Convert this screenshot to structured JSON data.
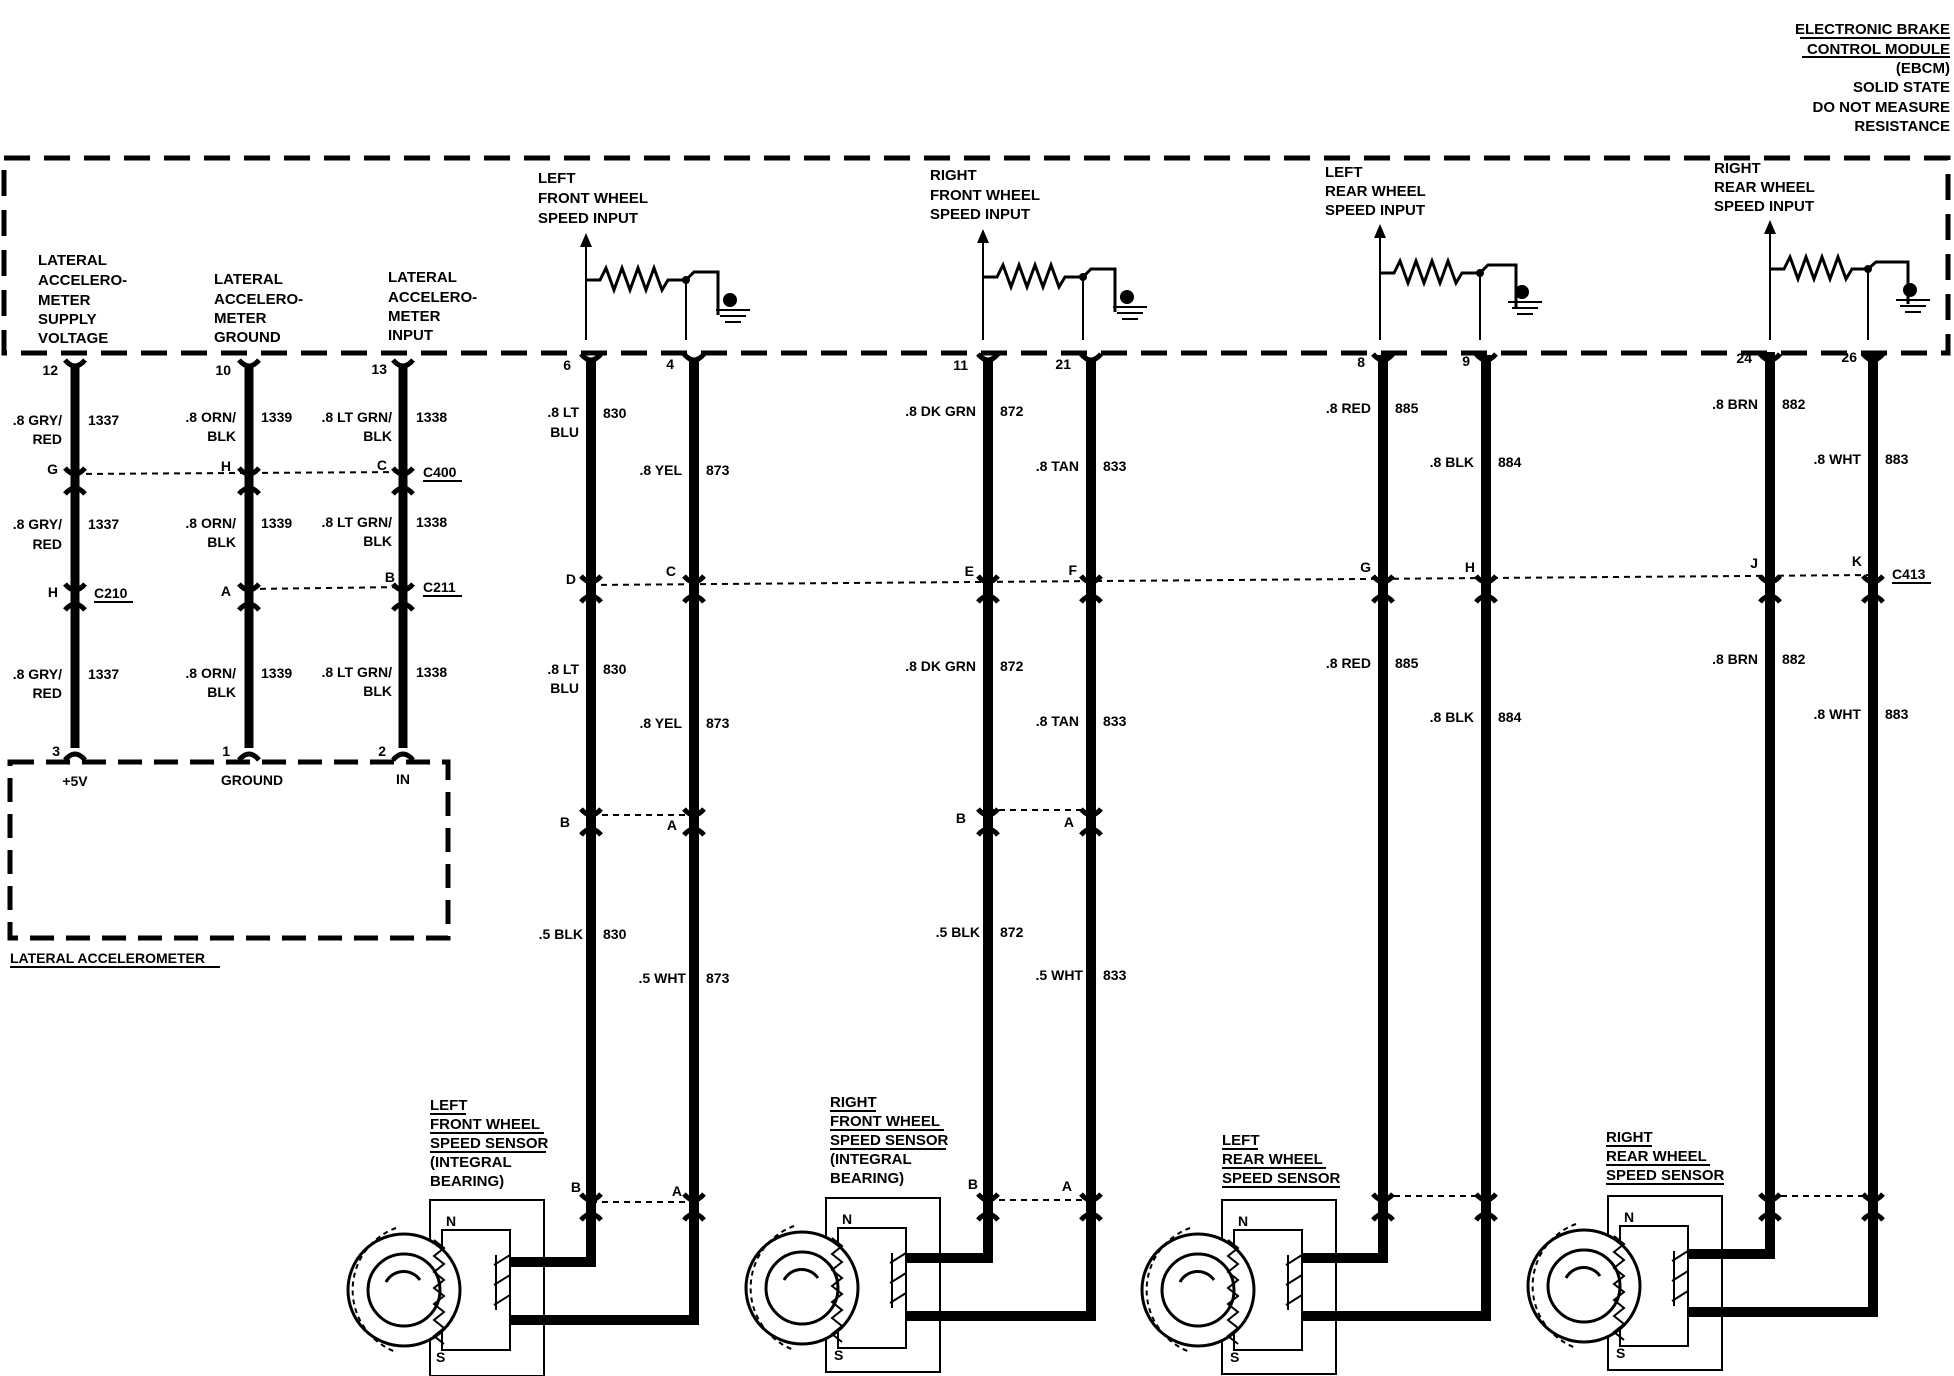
{
  "ebcm": {
    "title_lines": [
      "ELECTRONIC BRAKE",
      "CONTROL MODULE",
      "(EBCM)",
      "SOLID STATE",
      "DO NOT MEASURE",
      "RESISTANCE"
    ]
  },
  "accel": {
    "box_label": "LATERAL ACCELEROMETER",
    "connectors": {
      "top": "C400",
      "bottom": "C210",
      "mid": "C211"
    },
    "circuits": [
      {
        "header": [
          "LATERAL",
          "ACCELERO-",
          "METER",
          "SUPPLY",
          "VOLTAGE"
        ],
        "pin": "12",
        "seg1": {
          "wire": [
            ".8 GRY/",
            "RED"
          ],
          "circuit": "1337"
        },
        "seg2": {
          "wire": [
            ".8 GRY/",
            "RED"
          ],
          "circuit": "1337"
        },
        "seg3": {
          "wire": [
            ".8 GRY/",
            "RED"
          ],
          "circuit": "1337"
        },
        "c1_pin": "G",
        "c2_pin": "H",
        "sensor_pin": "3",
        "terminal": "+5V"
      },
      {
        "header": [
          "LATERAL",
          "ACCELERO-",
          "METER",
          "GROUND"
        ],
        "pin": "10",
        "seg1": {
          "wire": [
            ".8 ORN/",
            "BLK"
          ],
          "circuit": "1339"
        },
        "seg2": {
          "wire": [
            ".8 ORN/",
            "BLK"
          ],
          "circuit": "1339"
        },
        "seg3": {
          "wire": [
            ".8 ORN/",
            "BLK"
          ],
          "circuit": "1339"
        },
        "c1_pin": "H",
        "c2_pin": "A",
        "sensor_pin": "1",
        "terminal": "GROUND"
      },
      {
        "header": [
          "LATERAL",
          "ACCELERO-",
          "METER",
          "INPUT"
        ],
        "pin": "13",
        "seg1": {
          "wire": [
            ".8 LT GRN/",
            "BLK"
          ],
          "circuit": "1338"
        },
        "seg2": {
          "wire": [
            ".8 LT GRN/",
            "BLK"
          ],
          "circuit": "1338"
        },
        "seg3": {
          "wire": [
            ".8 LT GRN/",
            "BLK"
          ],
          "circuit": "1338"
        },
        "c1_pin": "C",
        "c2_pin": "B",
        "sensor_pin": "2",
        "terminal": "IN"
      }
    ]
  },
  "c413": "C413",
  "wheels": [
    {
      "header": [
        "LEFT",
        "FRONT WHEEL",
        "SPEED INPUT"
      ],
      "sensor_label": [
        "LEFT",
        "FRONT WHEEL",
        "SPEED SENSOR",
        "(INTEGRAL",
        "BEARING)"
      ],
      "wires": [
        {
          "pin": "6",
          "wire_upper": [
            ".8 LT",
            "BLU"
          ],
          "circuit": "830",
          "c413_pin": "D",
          "mid_pin": "B",
          "wire_lower": [
            ".5 BLK"
          ],
          "sensor_pin": "B"
        },
        {
          "pin": "4",
          "wire_upper": [
            ".8 YEL"
          ],
          "circuit": "873",
          "c413_pin": "C",
          "mid_pin": "A",
          "wire_lower": [
            ".5 WHT"
          ],
          "sensor_pin": "A"
        }
      ],
      "n": "N",
      "s": "S"
    },
    {
      "header": [
        "RIGHT",
        "FRONT WHEEL",
        "SPEED INPUT"
      ],
      "sensor_label": [
        "RIGHT",
        "FRONT WHEEL",
        "SPEED SENSOR",
        "(INTEGRAL",
        "BEARING)"
      ],
      "wires": [
        {
          "pin": "11",
          "wire_upper": [
            ".8 DK GRN"
          ],
          "circuit": "872",
          "c413_pin": "E",
          "mid_pin": "B",
          "wire_lower": [
            ".5 BLK"
          ],
          "sensor_pin": "B"
        },
        {
          "pin": "21",
          "wire_upper": [
            ".8 TAN"
          ],
          "circuit": "833",
          "c413_pin": "F",
          "mid_pin": "A",
          "wire_lower": [
            ".5 WHT"
          ],
          "sensor_pin": "A"
        }
      ],
      "n": "N",
      "s": "S"
    },
    {
      "header": [
        "LEFT",
        "REAR WHEEL",
        "SPEED INPUT"
      ],
      "sensor_label": [
        "LEFT",
        "REAR WHEEL",
        "SPEED SENSOR"
      ],
      "wires": [
        {
          "pin": "8",
          "wire_upper": [
            ".8 RED"
          ],
          "circuit": "885",
          "c413_pin": "G"
        },
        {
          "pin": "9",
          "wire_upper": [
            ".8 BLK"
          ],
          "circuit": "884",
          "c413_pin": "H"
        }
      ],
      "n": "N",
      "s": "S"
    },
    {
      "header": [
        "RIGHT",
        "REAR WHEEL",
        "SPEED INPUT"
      ],
      "sensor_label": [
        "RIGHT",
        "REAR WHEEL",
        "SPEED SENSOR"
      ],
      "wires": [
        {
          "pin": "24",
          "wire_upper": [
            ".8 BRN"
          ],
          "circuit": "882",
          "c413_pin": "J"
        },
        {
          "pin": "26",
          "wire_upper": [
            ".8 WHT"
          ],
          "circuit": "883",
          "c413_pin": "K"
        }
      ],
      "n": "N",
      "s": "S"
    }
  ]
}
